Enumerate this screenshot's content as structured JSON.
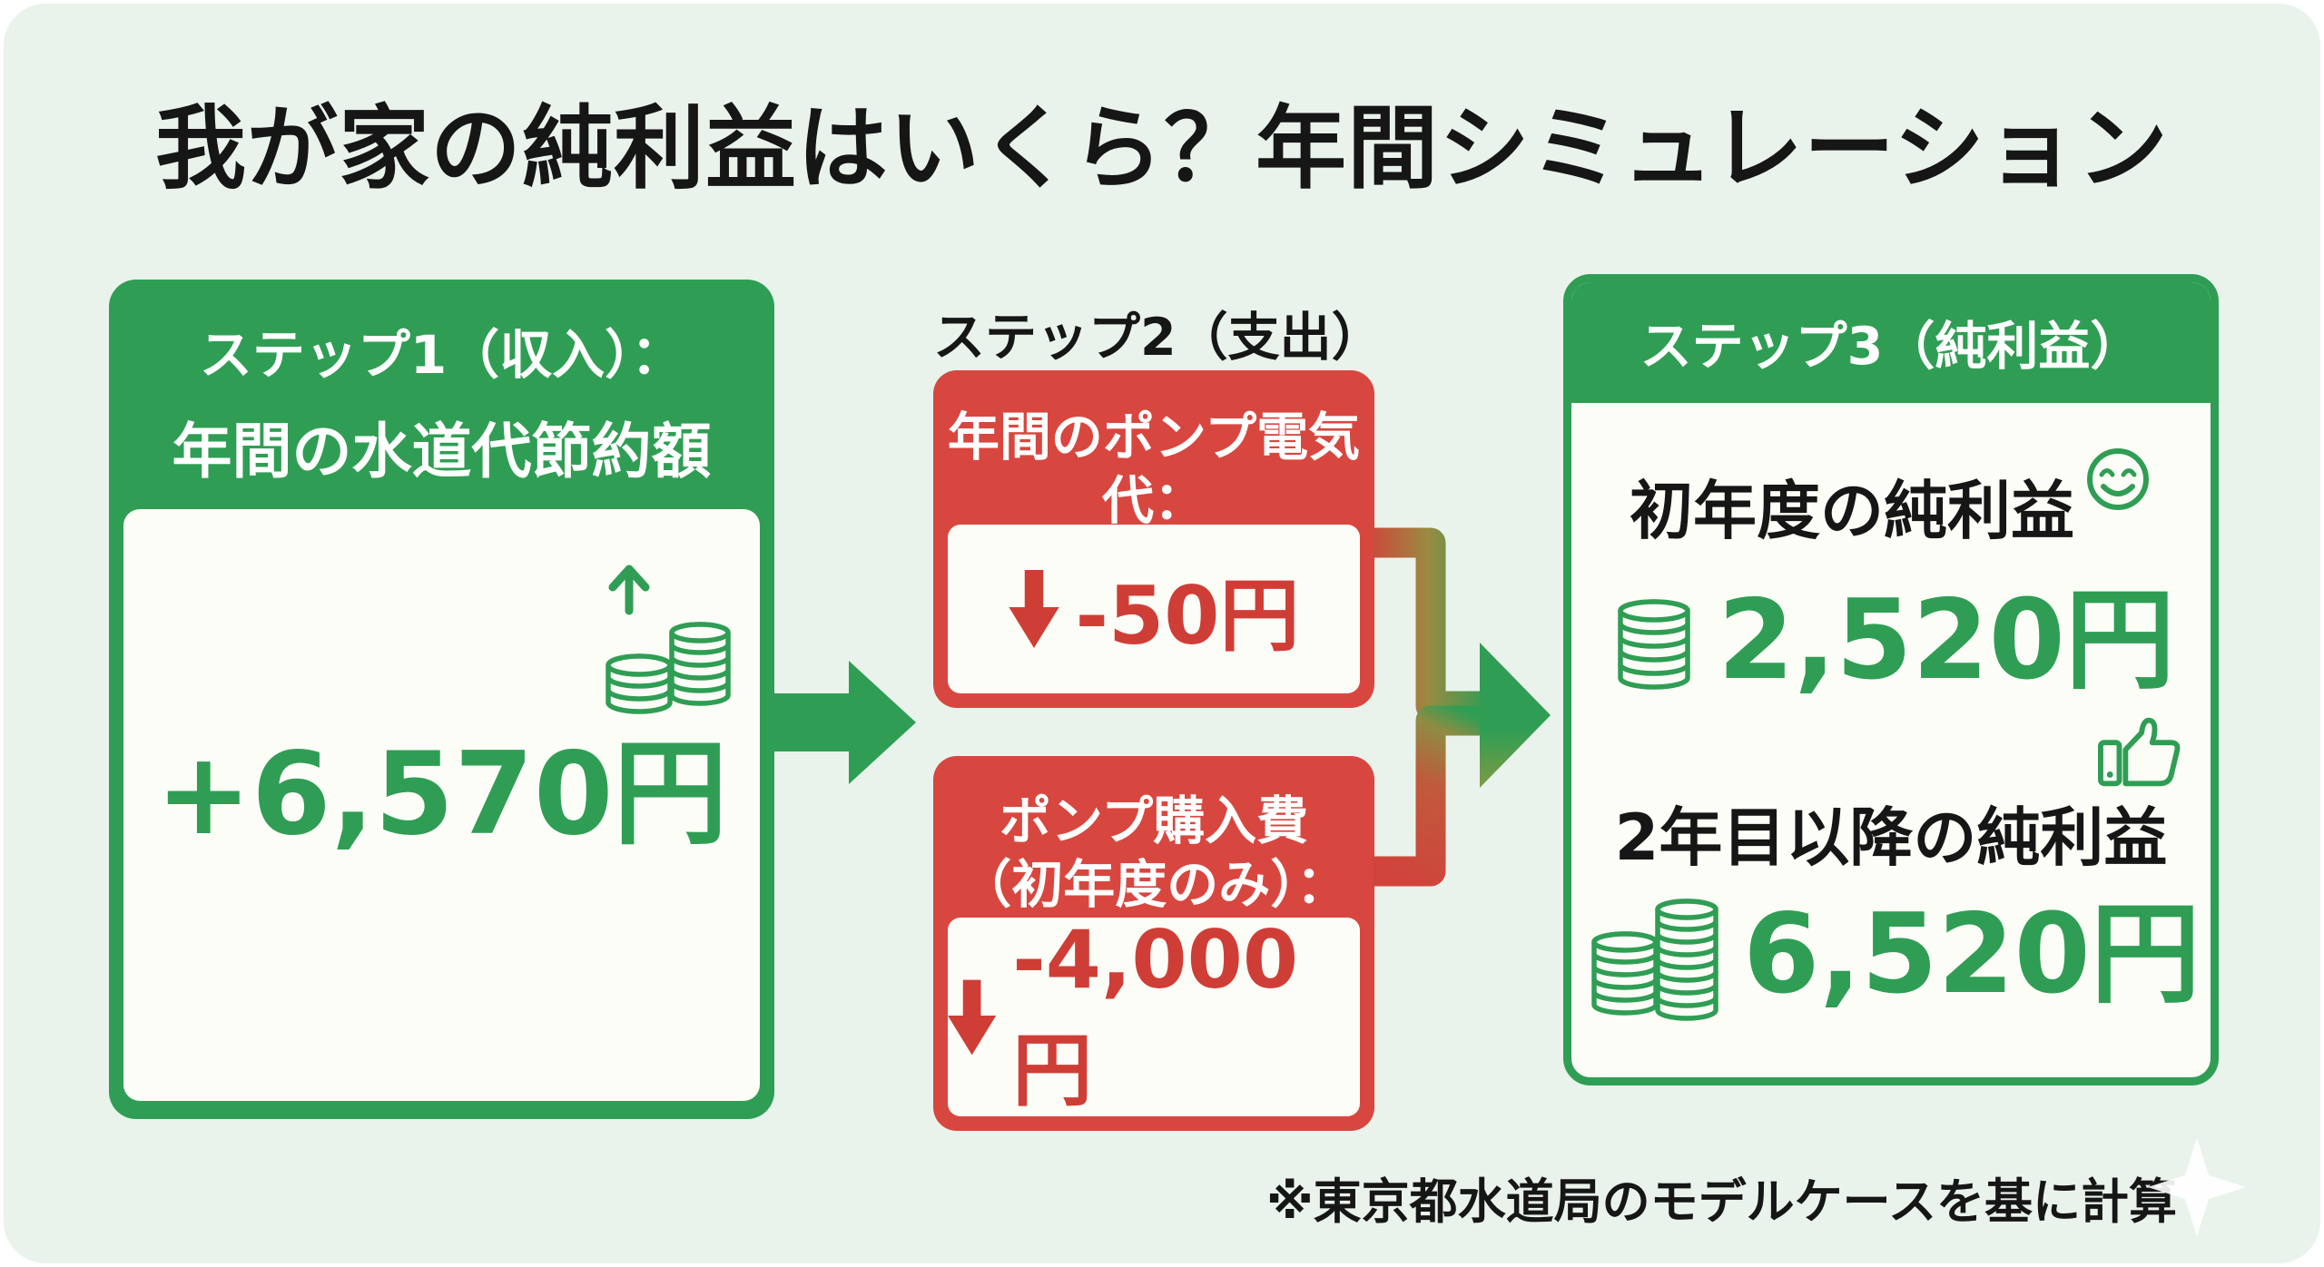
{
  "title": "我が家の純利益はいくら？年間シミュレーション",
  "palette": {
    "green": "#2f9e54",
    "red": "#d8473f",
    "red_text": "#cf3e36",
    "background": "#e9f3ec",
    "card_white": "#fdfdf8",
    "text_black": "#161616"
  },
  "step1": {
    "header_line1": "ステップ1（収入）：",
    "header_line2": "年間の水道代節約額",
    "amount": "+6,570円",
    "icon": "coins-up-arrow-icon"
  },
  "step2": {
    "label": "ステップ2（支出）",
    "expense1": {
      "header_line1": "年間のポンプ電気",
      "header_line2": "代：",
      "amount": "-50円",
      "icon": "down-arrow-icon"
    },
    "expense2": {
      "header_line1": "ポンプ購入費",
      "header_line2": "（初年度のみ）：",
      "amount": "-4,000円",
      "icon": "down-arrow-icon"
    }
  },
  "step3": {
    "header": "ステップ3（純利益）",
    "first_year": {
      "label": "初年度の純利益",
      "amount": "2,520円",
      "label_icon": "smiley-icon",
      "amount_icon": "coins-stack-icon"
    },
    "later_years": {
      "label": "2年目以降の純利益",
      "amount": "6,520円",
      "label_icon": "thumbs-up-icon",
      "amount_icon": "coins-double-stack-icon"
    }
  },
  "footnote": "※東京都水道局のモデルケースを基に計算"
}
